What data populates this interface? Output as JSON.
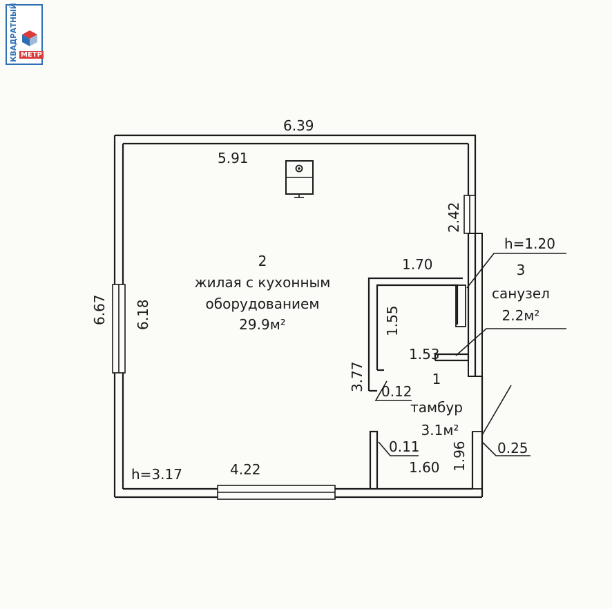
{
  "logo": {
    "line1": "КВАДРАТНЫЙ",
    "line2": "МЕТР",
    "color_blue": "#2d6fb5",
    "color_red": "#d93a3a"
  },
  "dimensions": {
    "top_outer": "6.39",
    "top_inner": "5.91",
    "left_outer": "6.67",
    "left_inner": "6.18",
    "right_upper": "2.42",
    "bath_top": "1.70",
    "bath_left": "1.55",
    "bath_bottom": "1.53",
    "partition_height": "3.77",
    "thickness_012": "0.12",
    "thickness_011": "0.11",
    "vest_bottom": "1.60",
    "vest_right": "1.96",
    "thickness_025": "0.25",
    "bottom_inner": "4.22"
  },
  "heights": {
    "main": "h=3.17",
    "bath": "h=1.20"
  },
  "rooms": [
    {
      "number": "2",
      "name_line1": "жилая с кухонным",
      "name_line2": "оборудованием",
      "area": "29.9м²"
    },
    {
      "number": "3",
      "name_line1": "санузел",
      "area": "2.2м²"
    },
    {
      "number": "1",
      "name_line1": "тамбур",
      "area": "3.1м²"
    }
  ],
  "icons": [
    "stove-icon"
  ]
}
